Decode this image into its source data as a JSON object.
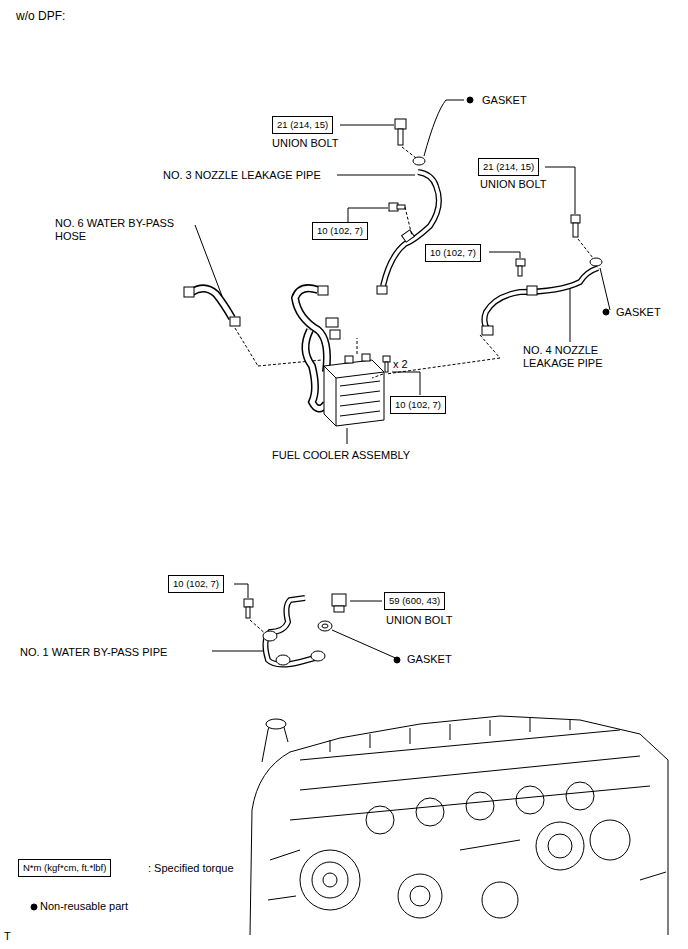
{
  "diagram": {
    "nodes": [
      {
        "text": [
          "21 (214, 15)"
        ]
      },
      {
        "text": [
          "10 (102, 7)"
        ]
      },
      {
        "text": [
          "21 (214, 15)"
        ]
      },
      {
        "text": [
          "10 (102, 7)"
        ]
      },
      {
        "text": [
          "10 (102, 7)"
        ]
      },
      {
        "text": [
          "10 (102, 7)"
        ]
      },
      {
        "text": [
          "59 (600, 43)"
        ]
      },
      {
        "text": [
          "N*m (kgf*cm, ft.*lbf)"
        ]
      }
    ],
    "labels": [
      "w/o DPF:",
      "GASKET",
      "UNION BOLT",
      "NO. 3 NOZZLE LEAKAGE PIPE",
      "UNION BOLT",
      "NO. 6 WATER BY-PASS HOSE",
      "GASKET",
      "x 2",
      "NO. 4 NOZZLE LEAKAGE PIPE",
      "FUEL COOLER ASSEMBLY",
      "UNION BOLT",
      "NO. 1 WATER BY-PASS PIPE",
      "GASKET",
      ": Specified torque",
      "Non-reusable part",
      "T"
    ]
  }
}
